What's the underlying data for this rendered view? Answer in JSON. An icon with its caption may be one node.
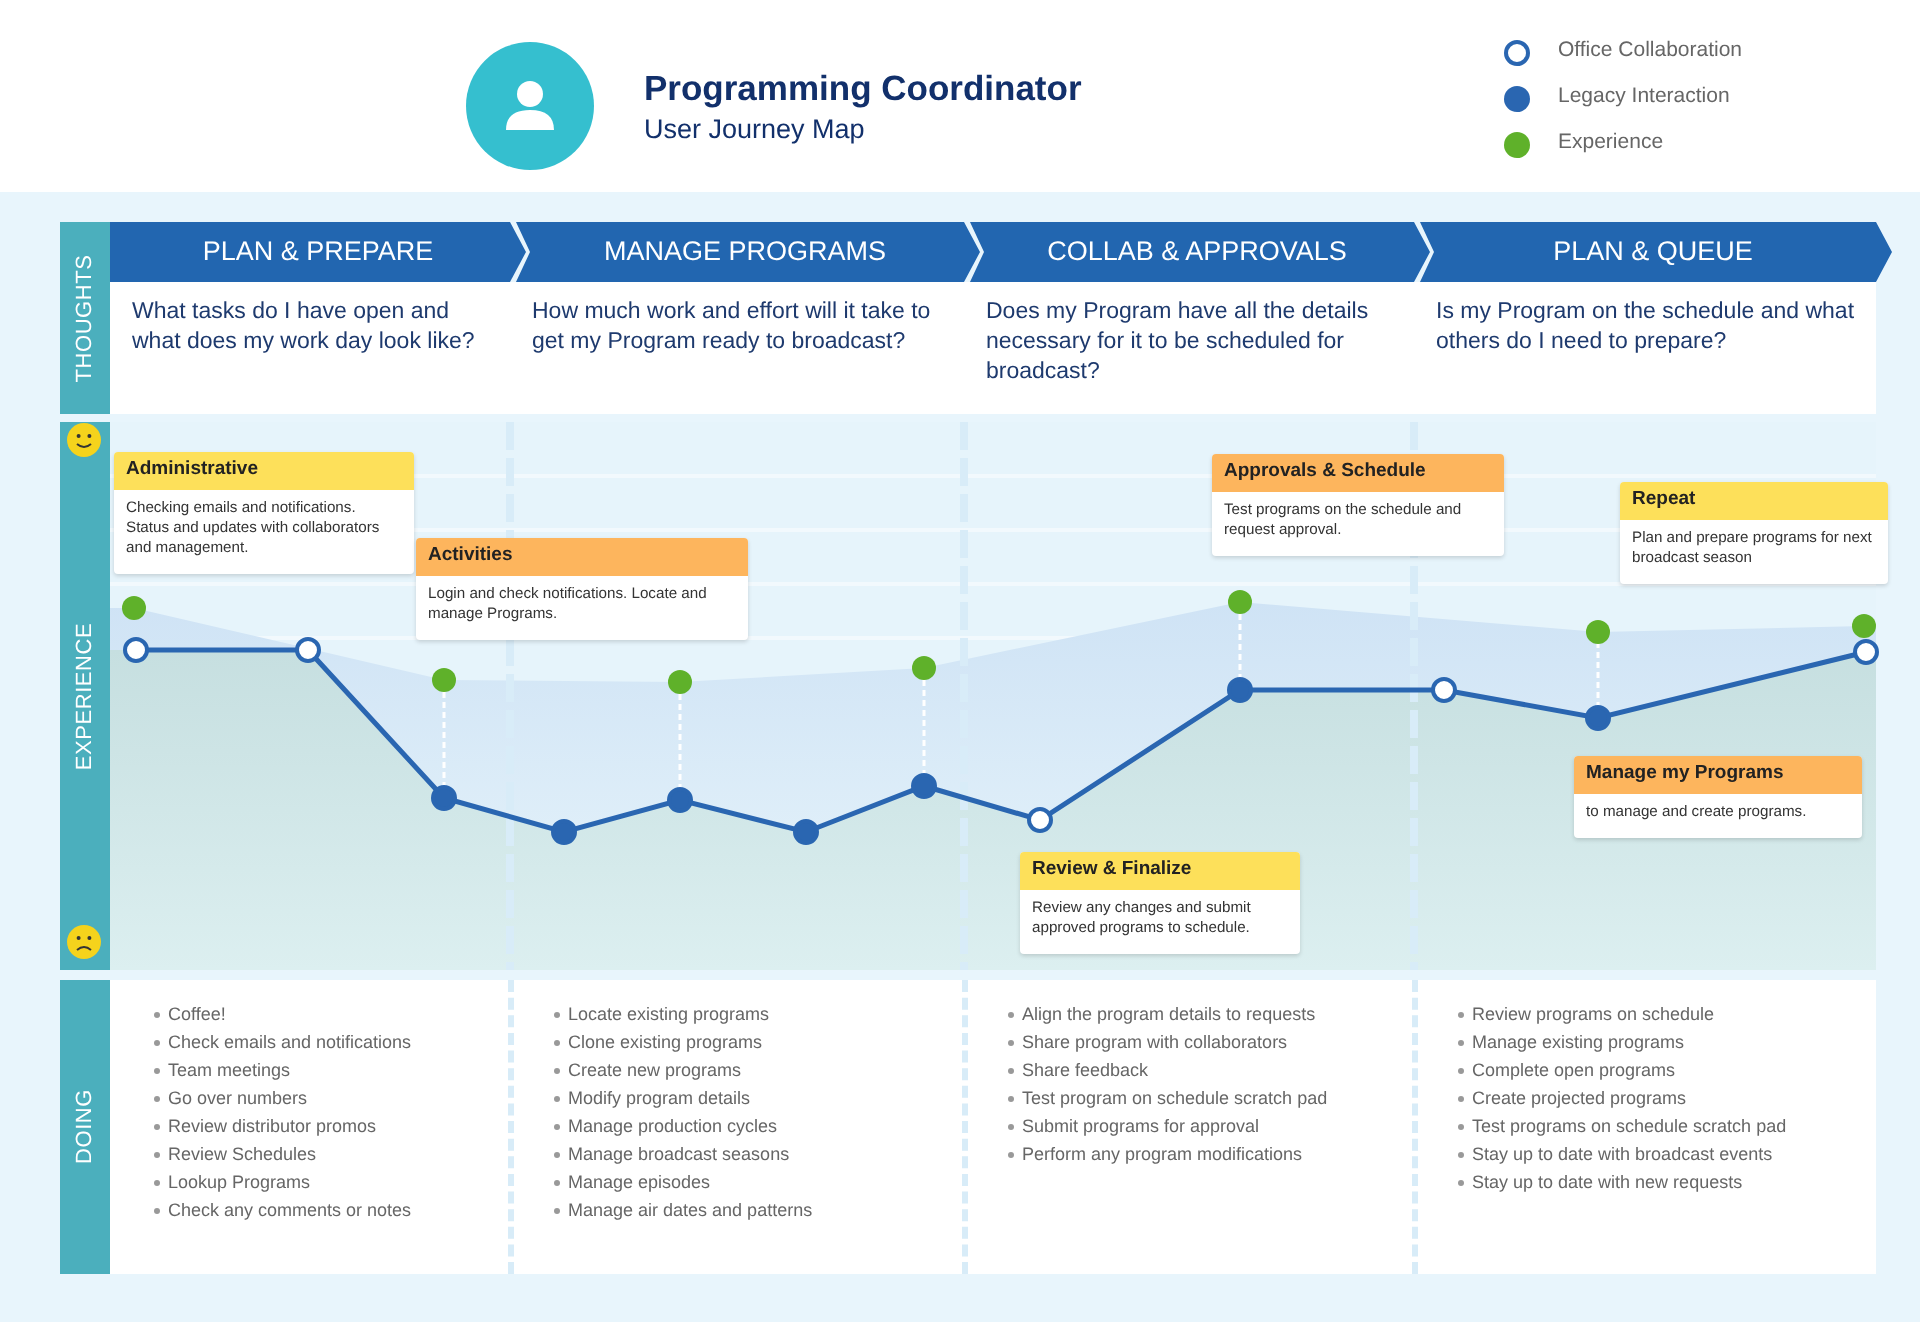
{
  "diagram": {
    "title": "Programming Coordinator",
    "nodes": [
      {
        "text": [
          "PLAN & PREPARE"
        ]
      },
      {
        "text": [
          "MANAGE PROGRAMS"
        ]
      },
      {
        "text": [
          "COLLAB & APPROVALS"
        ]
      },
      {
        "text": [
          "PLAN & QUEUE"
        ]
      },
      {
        "text": [
          "Administrative",
          "Checking emails and notifications. Status and updates with collaborators and management."
        ]
      },
      {
        "text": [
          "Activities",
          "Login and check notifications. Locate and manage Programs."
        ]
      },
      {
        "text": [
          "Approvals & Schedule",
          "Test programs on the schedule and request approval."
        ]
      },
      {
        "text": [
          "Repeat",
          "Plan and prepare programs for next broadcast season"
        ]
      },
      {
        "text": [
          "Review & Finalize",
          "Review any changes and submit approved programs to schedule."
        ]
      },
      {
        "text": [
          "Manage my Programs",
          "to manage and create programs."
        ]
      }
    ],
    "labels": [
      "User Journey Map",
      "THOUGHTS",
      "What tasks do I have open and what does my work day look like?",
      "How much work and effort will it take to get my Program ready to broadcast?",
      "Does my Program have all the details necessary for it to be scheduled for broadcast?",
      "Is my Program on the schedule and what others do I need to prepare?",
      "EXPERIENCE",
      "DOING",
      "Coffee!",
      "Check emails and notifications",
      "Team meetings",
      "Go over numbers",
      "Review distributor promos",
      "Review Schedules",
      "Lookup Programs",
      "Check any comments or notes",
      "Locate existing programs",
      "Clone existing programs",
      "Create new programs",
      "Modify program details",
      "Manage production cycles",
      "Manage broadcast seasons",
      "Manage episodes",
      "Manage air dates and patterns",
      "Align the program details to requests",
      "Share program with collaborators",
      "Share feedback",
      "Test program on schedule scratch pad",
      "Submit programs for approval",
      "Perform any program modifications",
      "Review programs on schedule",
      "Manage existing programs",
      "Complete open programs",
      "Create projected programs",
      "Test programs on schedule scratch pad",
      "Stay up to date with broadcast events",
      "Stay up to date with new requests"
    ],
    "legend": [
      {
        "text": "Office Collaboration"
      },
      {
        "text": "Legacy Interaction",
        "color": "#2a66b1"
      },
      {
        "text": "Experience",
        "color": "#5fb12a"
      }
    ]
  }
}
